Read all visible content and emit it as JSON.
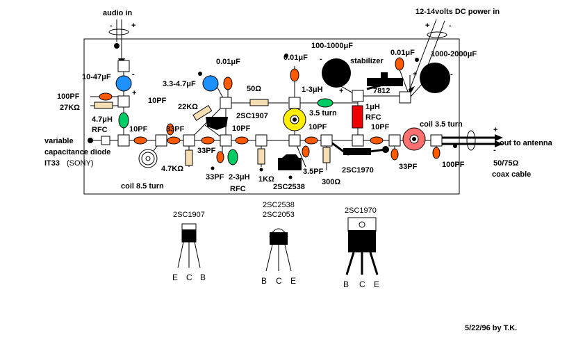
{
  "inputs": {
    "audio_in": "audio in",
    "audio_minus": "-",
    "audio_plus": "+",
    "power_in": "12-14volts DC power in",
    "power_plus": "+",
    "power_minus": "-"
  },
  "components": {
    "c_10_47uf": "10-47μF",
    "c_100pf_in": "100PF",
    "r_27k": "27KΩ",
    "l_4_7uh": "4.7μH",
    "rfc_left": "RFC",
    "varicap_line1": "variable",
    "varicap_line2": "capacitance diode",
    "varicap_line3": "IT33",
    "varicap_sony": "(SONY)",
    "coil_8_5": "coil 8.5 turn",
    "c_10pf_a": "10PF",
    "c_10pf_b": "10PF",
    "c_33pf_a": "33PF",
    "c_33pf_b": "33PF",
    "r_4_7k": "4.7KΩ",
    "c_3_3_4_7uf": "3.3-4.7μF",
    "c_0_01uf_a": "0.01μF",
    "r_22k": "22KΩ",
    "t_2sc1907": "2SC1907",
    "c_33pf_c": "33PF",
    "l_2_3uh": "2-3μH",
    "rfc_mid": "RFC",
    "r_50": "50Ω",
    "c_10pf_c": "10PF",
    "r_1k": "1KΩ",
    "c_0_01uf_b": "0.01μF",
    "l_1_3uh": "1-3μH",
    "coil_3_5_turn": "3.5 turn",
    "c_100_1000uf": "100-1000μF",
    "stabilizer": "stabilizer",
    "reg_7812": "7812",
    "c_0_01uf_c": "0.01μF",
    "c_1000_2000uf": "1000-2000μF",
    "l_1uh": "1μH",
    "rfc_right": "RFC",
    "c_10pf_d": "10PF",
    "c_10pf_e": "10PF",
    "c_3_5pf": "3.5PF",
    "t_2sc2538": "2SC2538",
    "r_300": "300Ω",
    "t_2sc1970": "2SC1970",
    "c_33pf_d": "33PF",
    "coil_out": "coil 3.5 turn",
    "c_100pf_out": "100PF",
    "out_antenna": "out to antenna",
    "coax_line1": "50/75Ω",
    "coax_line2": "coax cable",
    "out_plus": "+",
    "out_minus": "-",
    "cap_plus": "+",
    "cap_minus": "-"
  },
  "pinouts": [
    {
      "name": "2SC1907",
      "pins": [
        "E",
        "C",
        "B"
      ]
    },
    {
      "name_line1": "2SC2538",
      "name_line2": "2SC2053",
      "pins": [
        "B",
        "C",
        "E"
      ]
    },
    {
      "name": "2SC1970",
      "pins": [
        "B",
        "C",
        "E"
      ]
    }
  ],
  "signature": "5/22/96 by T.K.",
  "colors": {
    "capacitor_small": "#ff5a00",
    "resistor": "#f5deb3",
    "electrolytic_blue": "#1e90ff",
    "inductor_green": "#00cc66",
    "coil_yellow": "#ffee00",
    "rfc_red": "#ee0000",
    "coil_pink": "#ff7070",
    "electrolytic_black": "#000000",
    "board_outline": "#000000"
  }
}
